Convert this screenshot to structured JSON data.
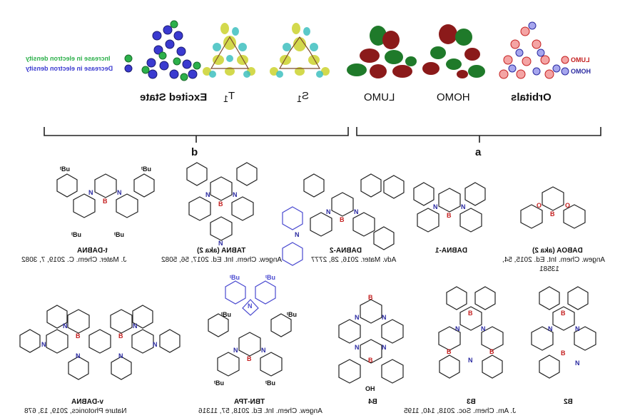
{
  "top": {
    "excited_state": "Excited State",
    "t1": "T",
    "t1_sub": "1",
    "s1": "S",
    "s1_sub": "1",
    "lumo_label": "LUMO",
    "homo_label": "HOMO",
    "orbitals": "Orbitals",
    "legend_increase": "Increase in electron density",
    "legend_decrease": "Decrease in electron density",
    "legend_lumo": "LUMO",
    "legend_homo": "HOMO",
    "panel_b": "b",
    "panel_a": "a"
  },
  "colors": {
    "nitrogen": "#2a2aa0",
    "boron": "#c41e1e",
    "orbital_red": "#8b1a1a",
    "orbital_green": "#1f7a2a",
    "increase": "#2cb04a",
    "decrease": "#3a3ad0"
  },
  "molecules": [
    {
      "name": "t-DABNA",
      "ref": "J. Mater. Chem. C. 2019, 7, 3082"
    },
    {
      "name": "TABNA (aka 2)",
      "ref": "Angew. Chem. Int. Ed. 2017, 56, 5082"
    },
    {
      "name": "DABNA-2",
      "ref": "Adv. Mater. 2016, 28, 2777"
    },
    {
      "name": "DABNA-1",
      "ref": ""
    },
    {
      "name": "DABOA (aka 2)",
      "ref": "Angew. Chem. Int. Ed. 2015, 54,",
      "ref2": "13581"
    },
    {
      "name": "v-DABNA",
      "ref": "Nature Photonics, 2019, 13, 678"
    },
    {
      "name": "TBN-TPA",
      "ref": "Angew. Chem. Int. Ed. 2018, 57, 11316"
    },
    {
      "name": "B4",
      "ref": ""
    },
    {
      "name": "B3",
      "ref": "J. Am. Chem. Soc. 2018, 140, 1195"
    },
    {
      "name": "B2",
      "ref": ""
    }
  ],
  "atoms": {
    "n": "N",
    "b": "B",
    "o": "O",
    "oh": "OH",
    "tbu": "ᵗBu"
  }
}
